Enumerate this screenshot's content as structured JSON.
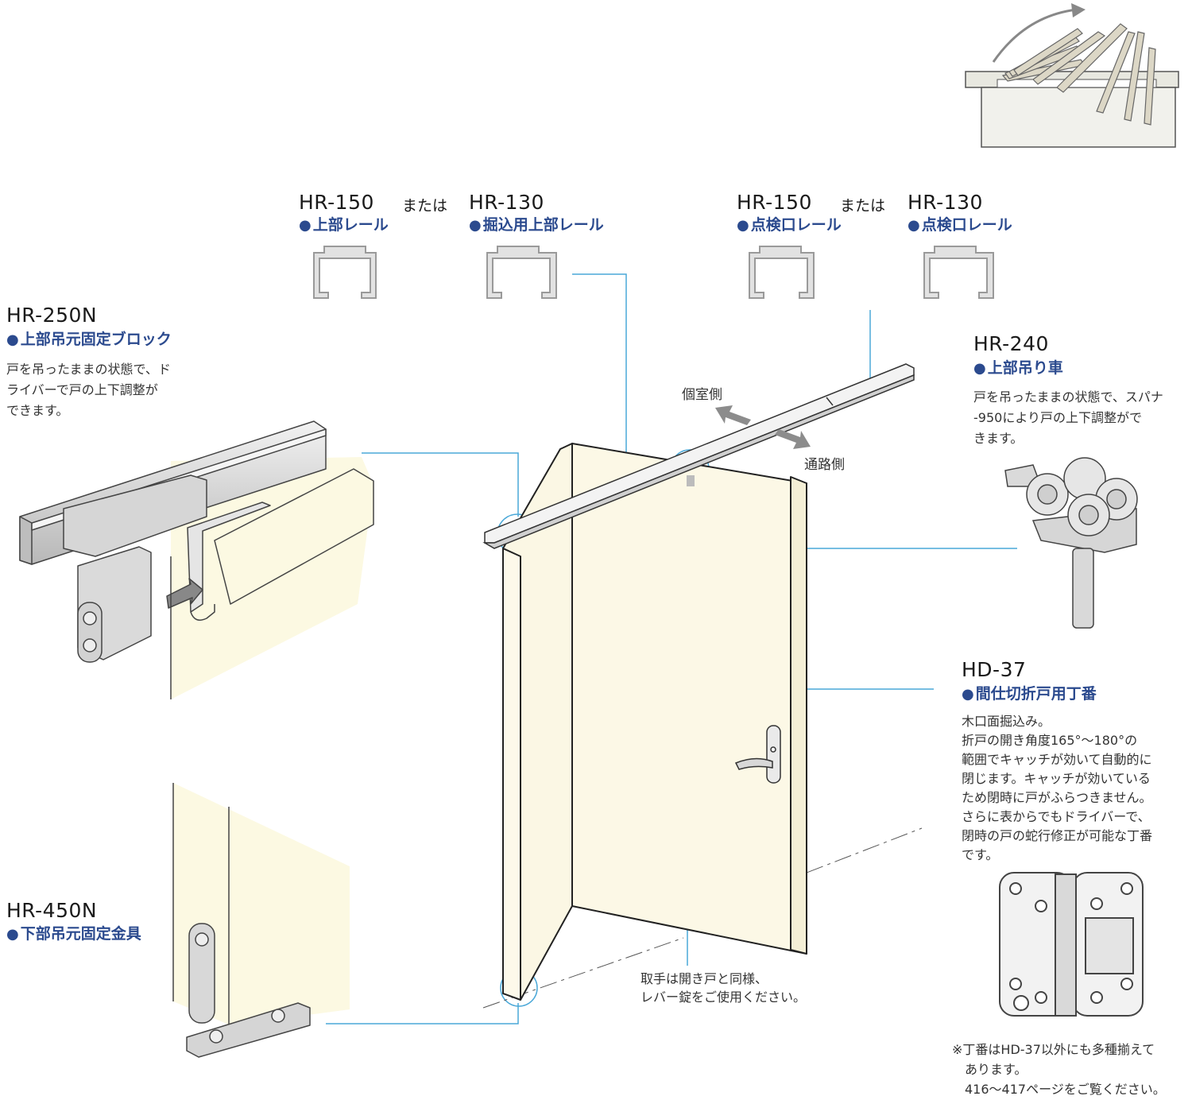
{
  "rails": {
    "top_rail": {
      "code": "HR-150",
      "name": "上部レール"
    },
    "or_1": "または",
    "recessed_rail": {
      "code": "HR-130",
      "name": "掘込用上部レール"
    },
    "inspection_rail_150": {
      "code": "HR-150",
      "name": "点検口レール"
    },
    "or_2": "または",
    "inspection_rail_130": {
      "code": "HR-130",
      "name": "点検口レール"
    }
  },
  "parts": {
    "hr250n": {
      "code": "HR-250N",
      "name": "上部吊元固定ブロック",
      "desc_lines": [
        "戸を吊ったままの状態で、ド",
        "ライバーで戸の上下調整が",
        "できます。"
      ]
    },
    "hr240": {
      "code": "HR-240",
      "name": "上部吊り車",
      "desc_lines": [
        "戸を吊ったままの状態で、スパナ",
        "-950により戸の上下調整がで",
        "きます。"
      ]
    },
    "hd37": {
      "code": "HD-37",
      "name": "間仕切折戸用丁番",
      "desc_lines": [
        "木口面掘込み。",
        "折戸の開き角度165°～180°の",
        "範囲でキャッチが効いて自動的に",
        "閉じます。キャッチが効いている",
        "ため閉時に戸がふらつきません。",
        "さらに表からでもドライバーで、",
        "閉時の戸の蛇行修正が可能な丁番",
        "です。"
      ]
    },
    "hr450n": {
      "code": "HR-450N",
      "name": "下部吊元固定金具"
    }
  },
  "labels": {
    "room_side": "個室側",
    "corridor_side": "通路側",
    "handle_note_lines": [
      "取手は開き戸と同様、",
      "レバー錠をご使用ください。"
    ]
  },
  "footnote_lines": [
    "※丁番はHD-37以外にも多種揃えて",
    "　あります。",
    "　416～417ページをご覧ください。"
  ],
  "colors": {
    "brand_blue": "#2b4a8e",
    "leader_line": "#4aa8d8",
    "door_fill": "#fcf8e6",
    "metal": "#c9c9c9"
  }
}
